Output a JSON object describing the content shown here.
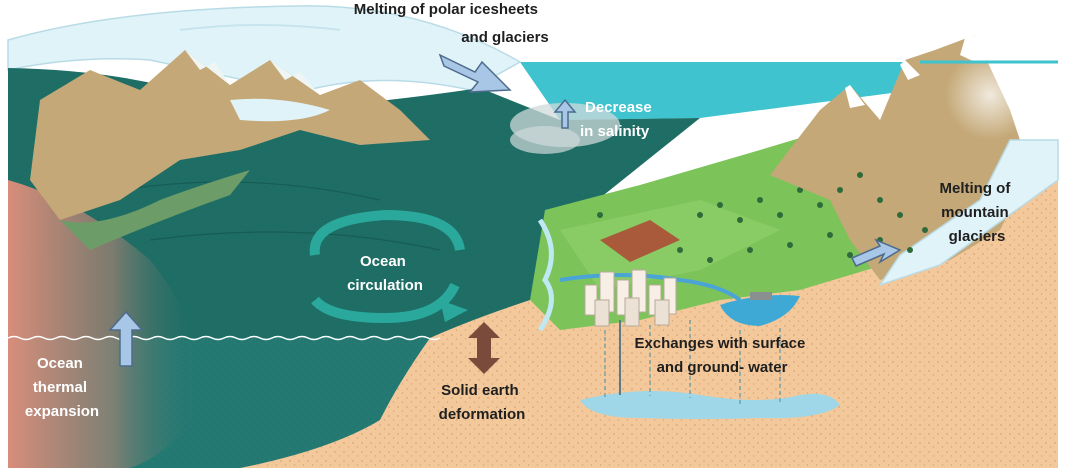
{
  "labels": {
    "polar_melt": [
      "Melting of polar icesheets",
      "and glaciers"
    ],
    "salinity": [
      "Decrease",
      "in salinity"
    ],
    "ocean_circulation": [
      "Ocean",
      "circulation"
    ],
    "mountain_melt": [
      "Melting of",
      "mountain",
      "glaciers"
    ],
    "thermal_expansion": [
      "Ocean",
      "thermal",
      "expansion"
    ],
    "solid_earth": [
      "Solid earth",
      "deformation"
    ],
    "exchanges": [
      "Exchanges with surface",
      "and ground- water"
    ]
  },
  "colors": {
    "ocean_deep": "#1e6e66",
    "ocean_surface": "#2a9a98",
    "sea_far": "#3ec3cf",
    "sand": "#f3c89b",
    "sand_dots": "#d9a478",
    "ice": "#dff3f8",
    "warm_water": "#e0907a",
    "grass": "#7cc35a",
    "rock": "#c4a877",
    "arrow_blue": "#a8c6e6",
    "arrow_brown": "#7a4a3a"
  }
}
